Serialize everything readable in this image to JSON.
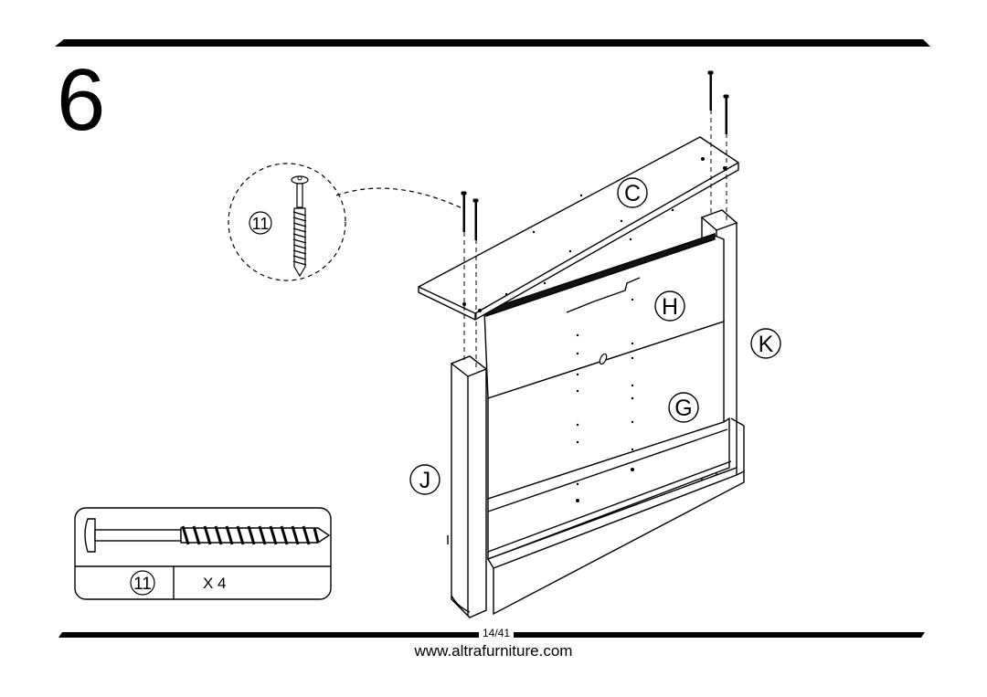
{
  "step": {
    "number": "6"
  },
  "parts": {
    "C": "C",
    "H": "H",
    "G": "G",
    "K": "K",
    "J": "J"
  },
  "hardware": {
    "callout_id": "11",
    "table_id": "11",
    "quantity": "X 4"
  },
  "footer": {
    "page": "14/41",
    "website": "www.altrafurniture.com"
  }
}
